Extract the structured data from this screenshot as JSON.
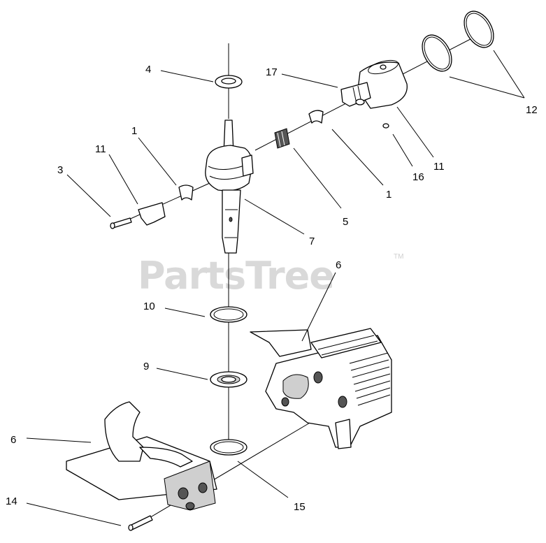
{
  "watermark": {
    "text": "PartsTree",
    "trademark": "TM"
  },
  "callouts": [
    {
      "id": "c4",
      "text": "4"
    },
    {
      "id": "c17",
      "text": "17"
    },
    {
      "id": "c12",
      "text": "12"
    },
    {
      "id": "c1a",
      "text": "1"
    },
    {
      "id": "c11a",
      "text": "11"
    },
    {
      "id": "c3",
      "text": "3"
    },
    {
      "id": "c11b",
      "text": "11"
    },
    {
      "id": "c16",
      "text": "16"
    },
    {
      "id": "c1b",
      "text": "1"
    },
    {
      "id": "c5",
      "text": "5"
    },
    {
      "id": "c7",
      "text": "7"
    },
    {
      "id": "c6a",
      "text": "6"
    },
    {
      "id": "c10",
      "text": "10"
    },
    {
      "id": "c9",
      "text": "9"
    },
    {
      "id": "c6b",
      "text": "6"
    },
    {
      "id": "c15",
      "text": "15"
    },
    {
      "id": "c14",
      "text": "14"
    }
  ]
}
